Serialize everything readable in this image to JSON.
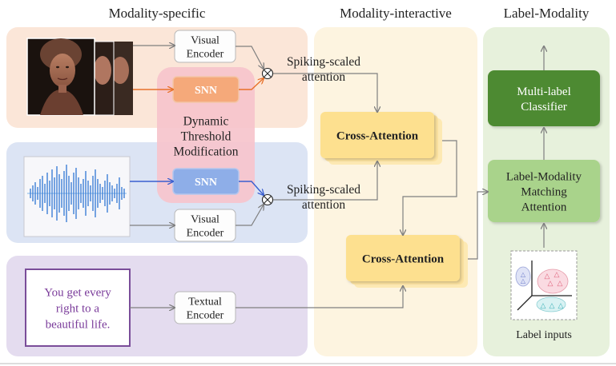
{
  "headers": {
    "modality_specific": "Modality-specific",
    "modality_interactive": "Modality-interactive",
    "label_modality": "Label-Modality"
  },
  "blocks": {
    "visual_encoder_top": "Visual\nEncoder",
    "visual_encoder_bottom": "Visual\nEncoder",
    "textual_encoder": "Textual\nEncoder",
    "snn_top": "SNN",
    "snn_bottom": "SNN",
    "dtm": "Dynamic\nThreshold\nModification",
    "spiking_top": "Spiking-scaled\nattention",
    "spiking_bottom": "Spiking-scaled\nattention",
    "cross_attention_top": "Cross-Attention",
    "cross_attention_bottom": "Cross-Attention",
    "lmma": "Label-Modality\nMatching\nAttention",
    "classifier": "Multi-label\nClassifier",
    "label_inputs": "Label inputs",
    "quote": "You get every\nright to a\nbeautiful life."
  },
  "colors": {
    "visual_panel": "#fbe6d8",
    "audio_panel": "#dce4f4",
    "text_panel": "#e4dcef",
    "interactive_panel": "#fdf4e0",
    "label_panel": "#e7f1dc",
    "snn_orange": "#f5a97a",
    "snn_blue": "#8eaee8",
    "dtm_pink": "#f6c4cc",
    "cross_attention": "#fde08f",
    "lmma": "#a9d38b",
    "classifier": "#4e8a30",
    "quote_text": "#7a3b9a"
  }
}
